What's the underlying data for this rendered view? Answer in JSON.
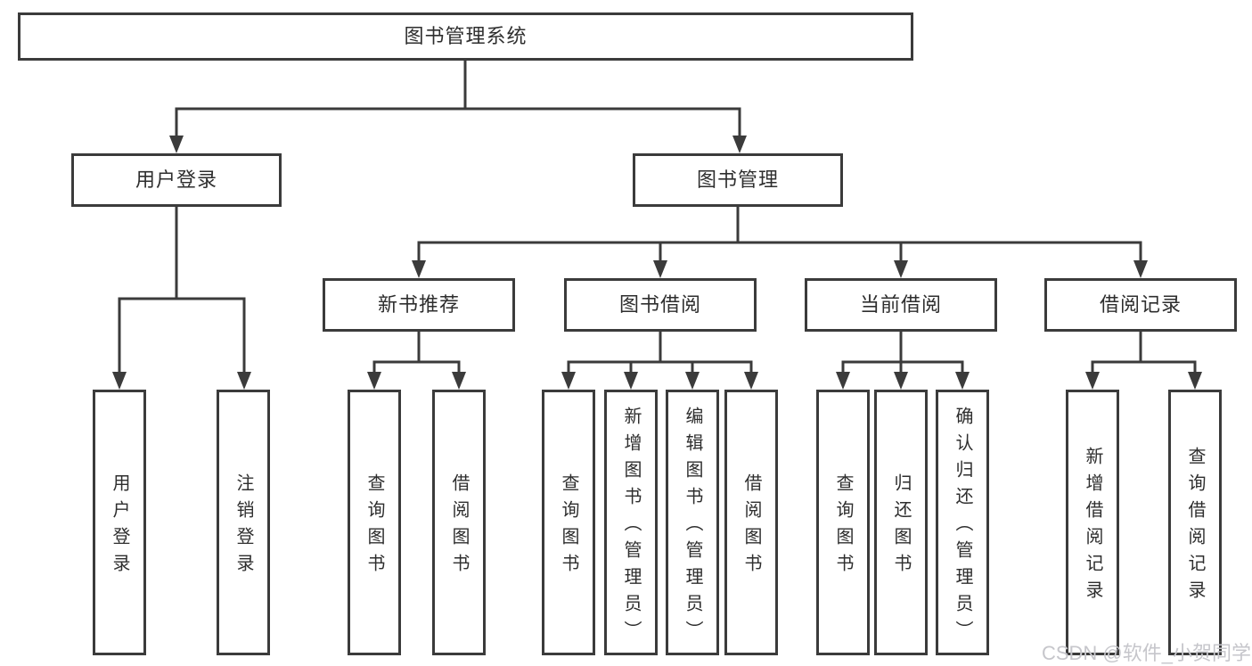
{
  "colors": {
    "line": "#3b3b3b",
    "text": "#2e2e2e",
    "box_bg": "#ffffff",
    "watermark": "#c6c6cb",
    "background": "#ffffff"
  },
  "tree": {
    "label": "图书管理系统",
    "children": [
      {
        "label": "用户登录",
        "children": [
          {
            "label": "用户登录"
          },
          {
            "label": "注销登录"
          }
        ]
      },
      {
        "label": "图书管理",
        "children": [
          {
            "label": "新书推荐",
            "children": [
              {
                "label": "查询图书"
              },
              {
                "label": "借阅图书"
              }
            ]
          },
          {
            "label": "图书借阅",
            "children": [
              {
                "label": "查询图书"
              },
              {
                "label": "新增图书（管理员）"
              },
              {
                "label": "编辑图书（管理员）"
              },
              {
                "label": "借阅图书"
              }
            ]
          },
          {
            "label": "当前借阅",
            "children": [
              {
                "label": "查询图书"
              },
              {
                "label": "归还图书"
              },
              {
                "label": "确认归还（管理员）"
              }
            ]
          },
          {
            "label": "借阅记录",
            "children": [
              {
                "label": "新增借阅记录"
              },
              {
                "label": "查询借阅记录"
              }
            ]
          }
        ]
      }
    ]
  },
  "watermark": {
    "text": "CSDN @软件_小贺同学"
  }
}
